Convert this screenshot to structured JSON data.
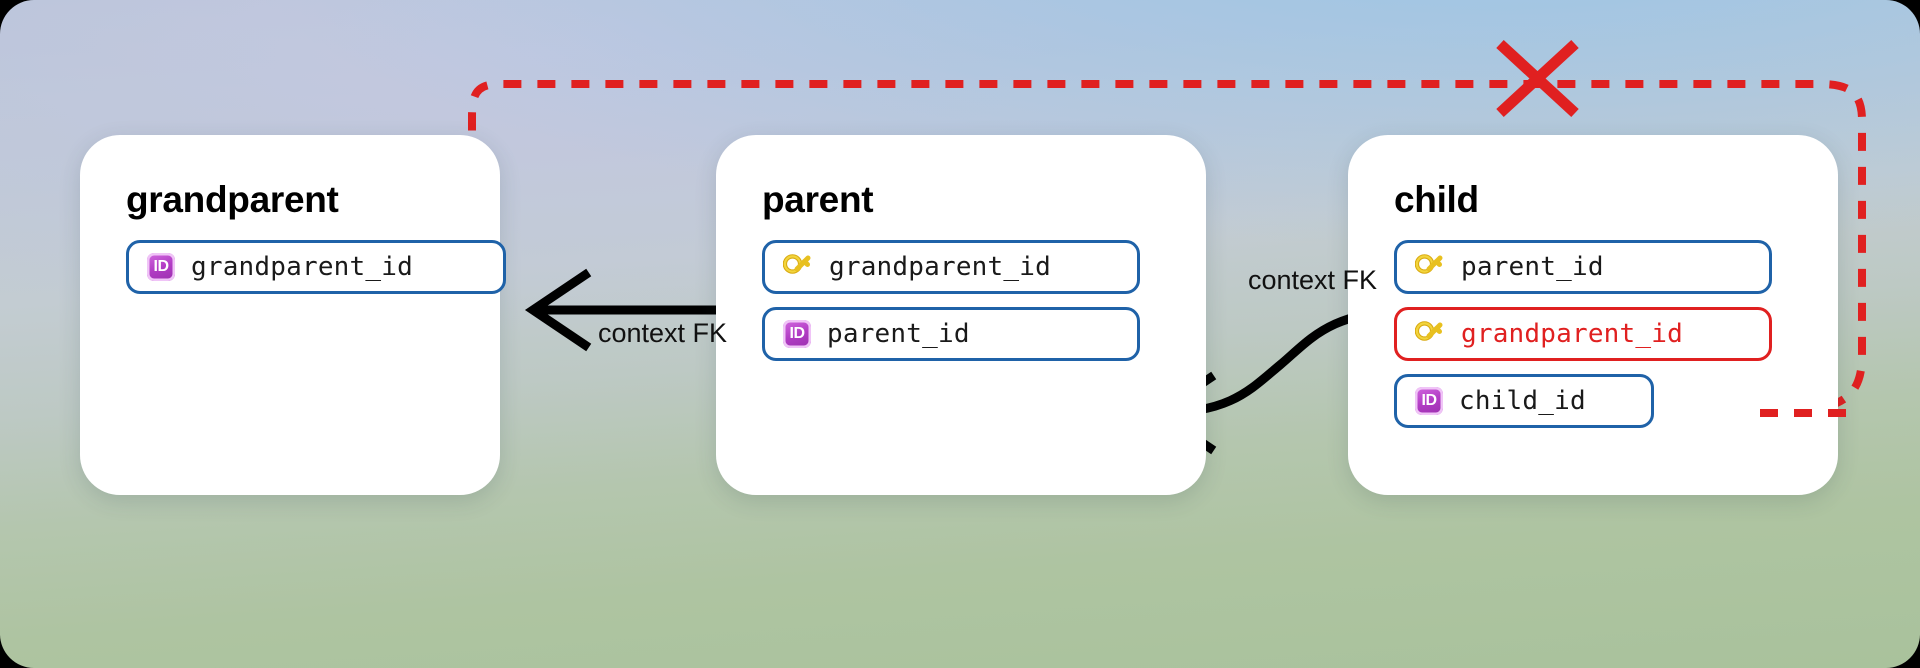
{
  "diagram": {
    "title_hidden": "",
    "colors": {
      "field_border": "#1f62a8",
      "error": "#e02020",
      "connector": "#000000",
      "id_badge": "#b13cc4",
      "key": "#e8c01f"
    },
    "tables": [
      {
        "name": "grandparent",
        "fields": [
          {
            "icon": "id-badge-icon",
            "label": "grandparent_id",
            "state": "normal"
          }
        ]
      },
      {
        "name": "parent",
        "fields": [
          {
            "icon": "key-icon",
            "label": "grandparent_id",
            "state": "normal"
          },
          {
            "icon": "id-badge-icon",
            "label": "parent_id",
            "state": "normal"
          }
        ]
      },
      {
        "name": "child",
        "fields": [
          {
            "icon": "key-icon",
            "label": "parent_id",
            "state": "normal"
          },
          {
            "icon": "key-icon",
            "label": "grandparent_id",
            "state": "error"
          },
          {
            "icon": "id-badge-icon",
            "label": "child_id",
            "state": "normal"
          }
        ]
      }
    ],
    "edges": [
      {
        "name": "parent-to-grandparent",
        "label": "context FK",
        "style": "solid-black"
      },
      {
        "name": "child-to-parent",
        "label": "context FK",
        "style": "solid-black"
      },
      {
        "name": "child-grandparent-invalid",
        "label": "",
        "style": "dashed-red",
        "marker": "x-cross"
      }
    ]
  }
}
